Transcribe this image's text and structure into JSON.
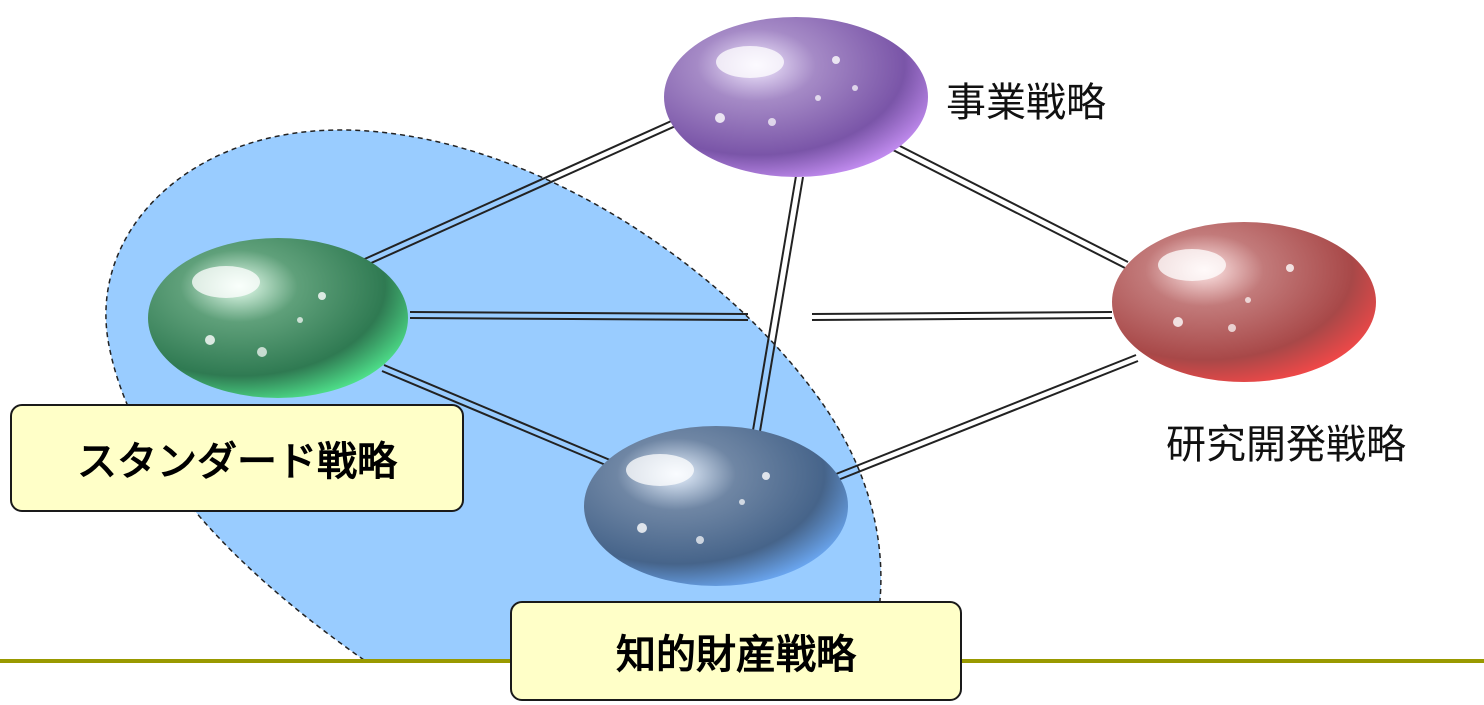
{
  "nodes": {
    "business": {
      "label": "事業戦略",
      "color": "#a07ad8"
    },
    "research": {
      "label": "研究開発戦略",
      "color": "#c84a4a"
    },
    "standard": {
      "label": "スタンダード戦略",
      "color": "#3fae7a"
    },
    "ip": {
      "label": "知的財産戦略",
      "color": "#5a86c0"
    }
  },
  "colors": {
    "highlight_region": "#99ccff",
    "footer_rule": "#999900",
    "callout_fill": "#ffffc8"
  }
}
